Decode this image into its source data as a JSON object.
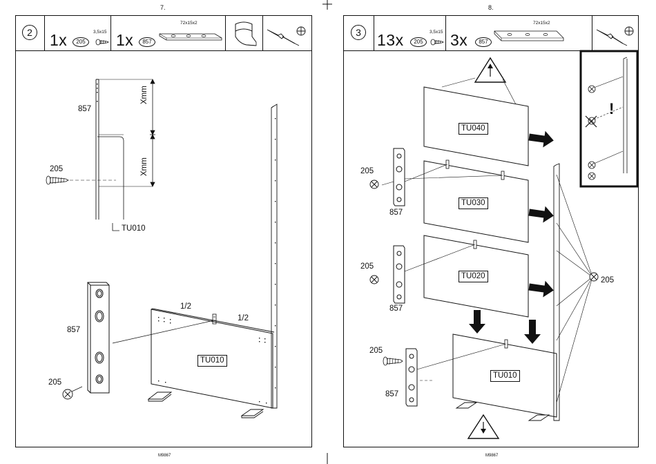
{
  "left_page": {
    "page_number": "7.",
    "footer": "M9867",
    "step": "2",
    "parts": [
      {
        "qty": "1x",
        "part": "205",
        "size": "3,5x15"
      },
      {
        "qty": "1x",
        "part": "857",
        "size": "72x15x2"
      }
    ],
    "labels": {
      "part_857_top": "857",
      "xmm_1": "Xmm",
      "xmm_2": "Xmm",
      "screw_205_top": "205",
      "panel_tu010_callout": "TU010",
      "part_857_mid": "857",
      "screw_205_bottom": "205",
      "half_1": "1/2",
      "half_2": "1/2",
      "panel_tu010": "TU010"
    }
  },
  "right_page": {
    "page_number": "8.",
    "footer": "M9867",
    "step": "3",
    "parts": [
      {
        "qty": "13x",
        "part": "205",
        "size": "3,5x15"
      },
      {
        "qty": "3x",
        "part": "857",
        "size": "72x15x2"
      }
    ],
    "labels": {
      "panel_tu040": "TU040",
      "panel_tu030": "TU030",
      "panel_tu020": "TU020",
      "panel_tu010": "TU010",
      "screw_1": "205",
      "plate_1": "857",
      "screw_2": "205",
      "plate_2": "857",
      "screw_3": "205",
      "plate_3": "857",
      "screw_side": "205",
      "warning_mark": "!"
    }
  }
}
